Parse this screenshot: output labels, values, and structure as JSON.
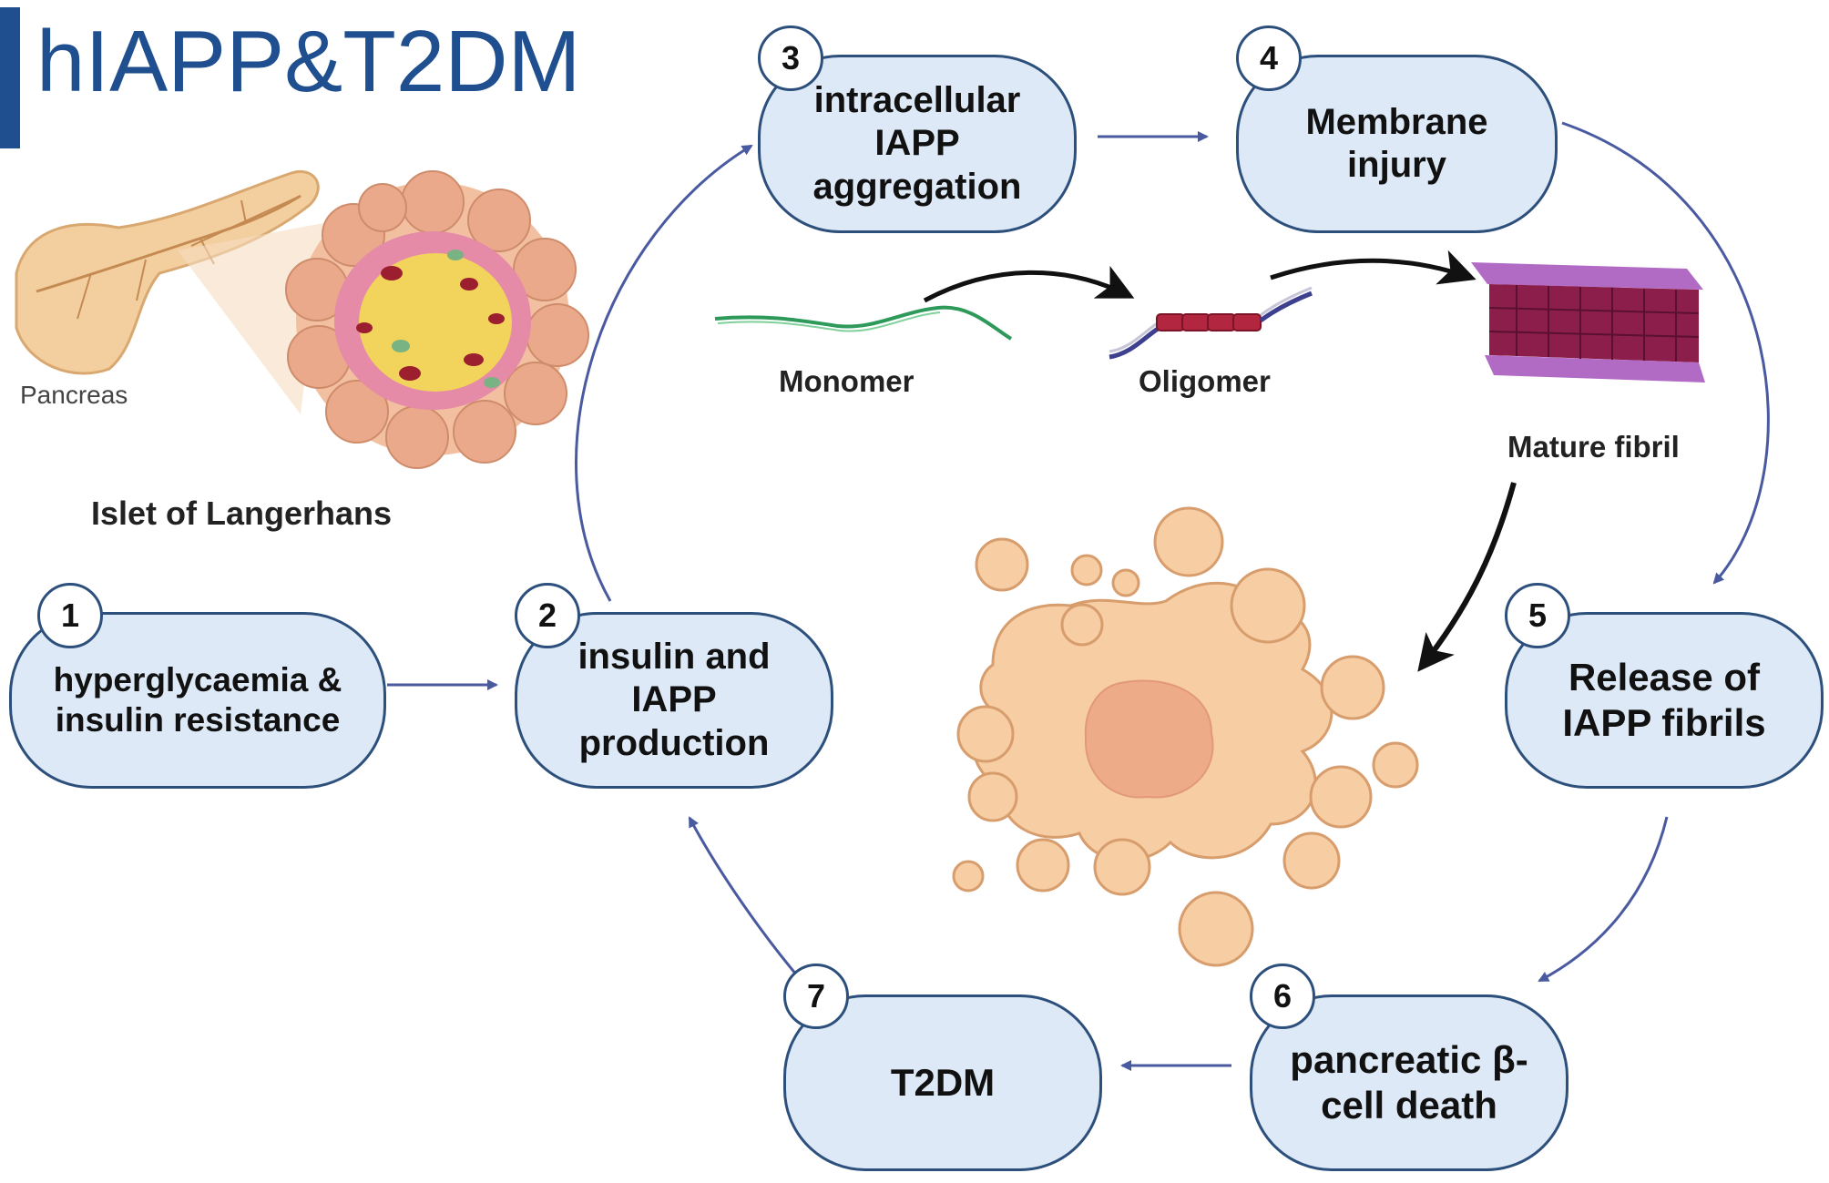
{
  "title": "hIAPP&T2DM",
  "labels": {
    "pancreas": "Pancreas",
    "islet": "Islet of Langerhans",
    "monomer": "Monomer",
    "oligomer": "Oligomer",
    "mature_fibril": "Mature fibril"
  },
  "steps": [
    {
      "number": "1",
      "text": "hyperglycaemia & insulin resistance"
    },
    {
      "number": "2",
      "text": "insulin and IAPP production"
    },
    {
      "number": "3",
      "text": "intracellular IAPP aggregation"
    },
    {
      "number": "4",
      "text": "Membrane injury"
    },
    {
      "number": "5",
      "text": "Release of IAPP fibrils"
    },
    {
      "number": "6",
      "text": "pancreatic β-cell death"
    },
    {
      "number": "7",
      "text": "T2DM"
    }
  ],
  "colors": {
    "accent": "#1f4f8f",
    "box_fill": "#dde9f6",
    "box_border": "#2c4f7c",
    "arrow": "#4a5aa0",
    "cell": "#f7cda3",
    "nucleus": "#eeab88",
    "fibril": "#8b1e4a"
  }
}
